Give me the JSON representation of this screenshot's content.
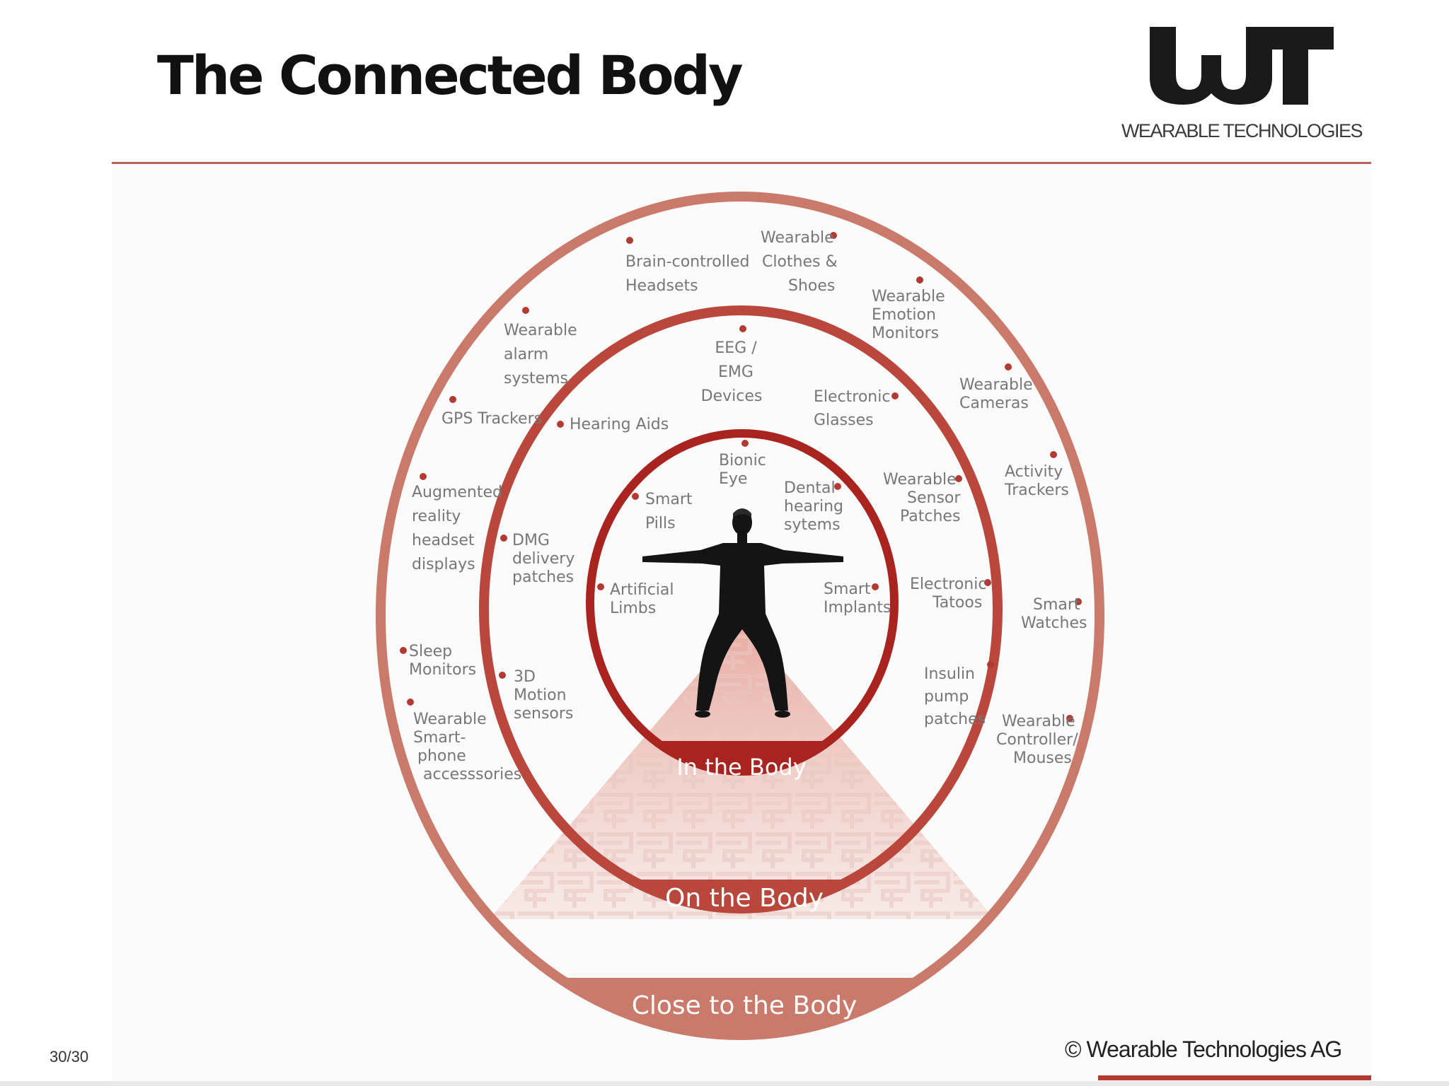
{
  "slide": {
    "title": "The Connected Body",
    "page_number": "30/30",
    "copyright": "© Wearable Technologies AG"
  },
  "logo": {
    "mark": "WT",
    "wordmark": "WEARABLE TECHNOLOGIES"
  },
  "colors": {
    "accent": "#b23a32",
    "outer_ring": "#c97a6a",
    "middle_ring": "#b9473c",
    "inner_ring": "#a9231f"
  },
  "zones": {
    "inner": "In the Body",
    "middle": "On the Body",
    "outer": "Close to the Body"
  },
  "items": {
    "inner": [
      {
        "lines": [
          "Bionic",
          "Eye"
        ]
      },
      {
        "lines": [
          "Smart",
          "Pills"
        ]
      },
      {
        "lines": [
          "Dental",
          "hearing",
          "sytems"
        ]
      },
      {
        "lines": [
          "Artificial",
          "Limbs"
        ]
      },
      {
        "lines": [
          "Smart",
          "Implants"
        ]
      }
    ],
    "middle": [
      {
        "lines": [
          "EEG /",
          "EMG",
          "Devices"
        ]
      },
      {
        "lines": [
          "Hearing Aids"
        ]
      },
      {
        "lines": [
          "Electronic",
          "Glasses"
        ]
      },
      {
        "lines": [
          "Wearable",
          "Sensor",
          "Patches"
        ]
      },
      {
        "lines": [
          "DMG",
          "delivery",
          "patches"
        ]
      },
      {
        "lines": [
          "Electronic",
          "Tatoos"
        ]
      },
      {
        "lines": [
          "3D",
          "Motion",
          "sensors"
        ]
      },
      {
        "lines": [
          "Insulin",
          "pump",
          "patches"
        ]
      }
    ],
    "outer": [
      {
        "lines": [
          "Brain-controlled",
          "Headsets"
        ]
      },
      {
        "lines": [
          "Wearable",
          "Clothes &",
          "Shoes"
        ]
      },
      {
        "lines": [
          "Wearable",
          "Emotion",
          "Monitors"
        ]
      },
      {
        "lines": [
          "Wearable",
          "alarm",
          "systems"
        ]
      },
      {
        "lines": [
          "Wearable",
          "Cameras"
        ]
      },
      {
        "lines": [
          "GPS Trackers"
        ]
      },
      {
        "lines": [
          "Activity",
          "Trackers"
        ]
      },
      {
        "lines": [
          "Augmented",
          "reality",
          "headset",
          "displays"
        ]
      },
      {
        "lines": [
          "Smart",
          "Watches"
        ]
      },
      {
        "lines": [
          "Sleep",
          "Monitors"
        ]
      },
      {
        "lines": [
          "Wearable",
          "Smart-",
          "phone",
          "accesssories"
        ]
      },
      {
        "lines": [
          "Wearable",
          "Controller/",
          "Mouses"
        ]
      }
    ]
  }
}
